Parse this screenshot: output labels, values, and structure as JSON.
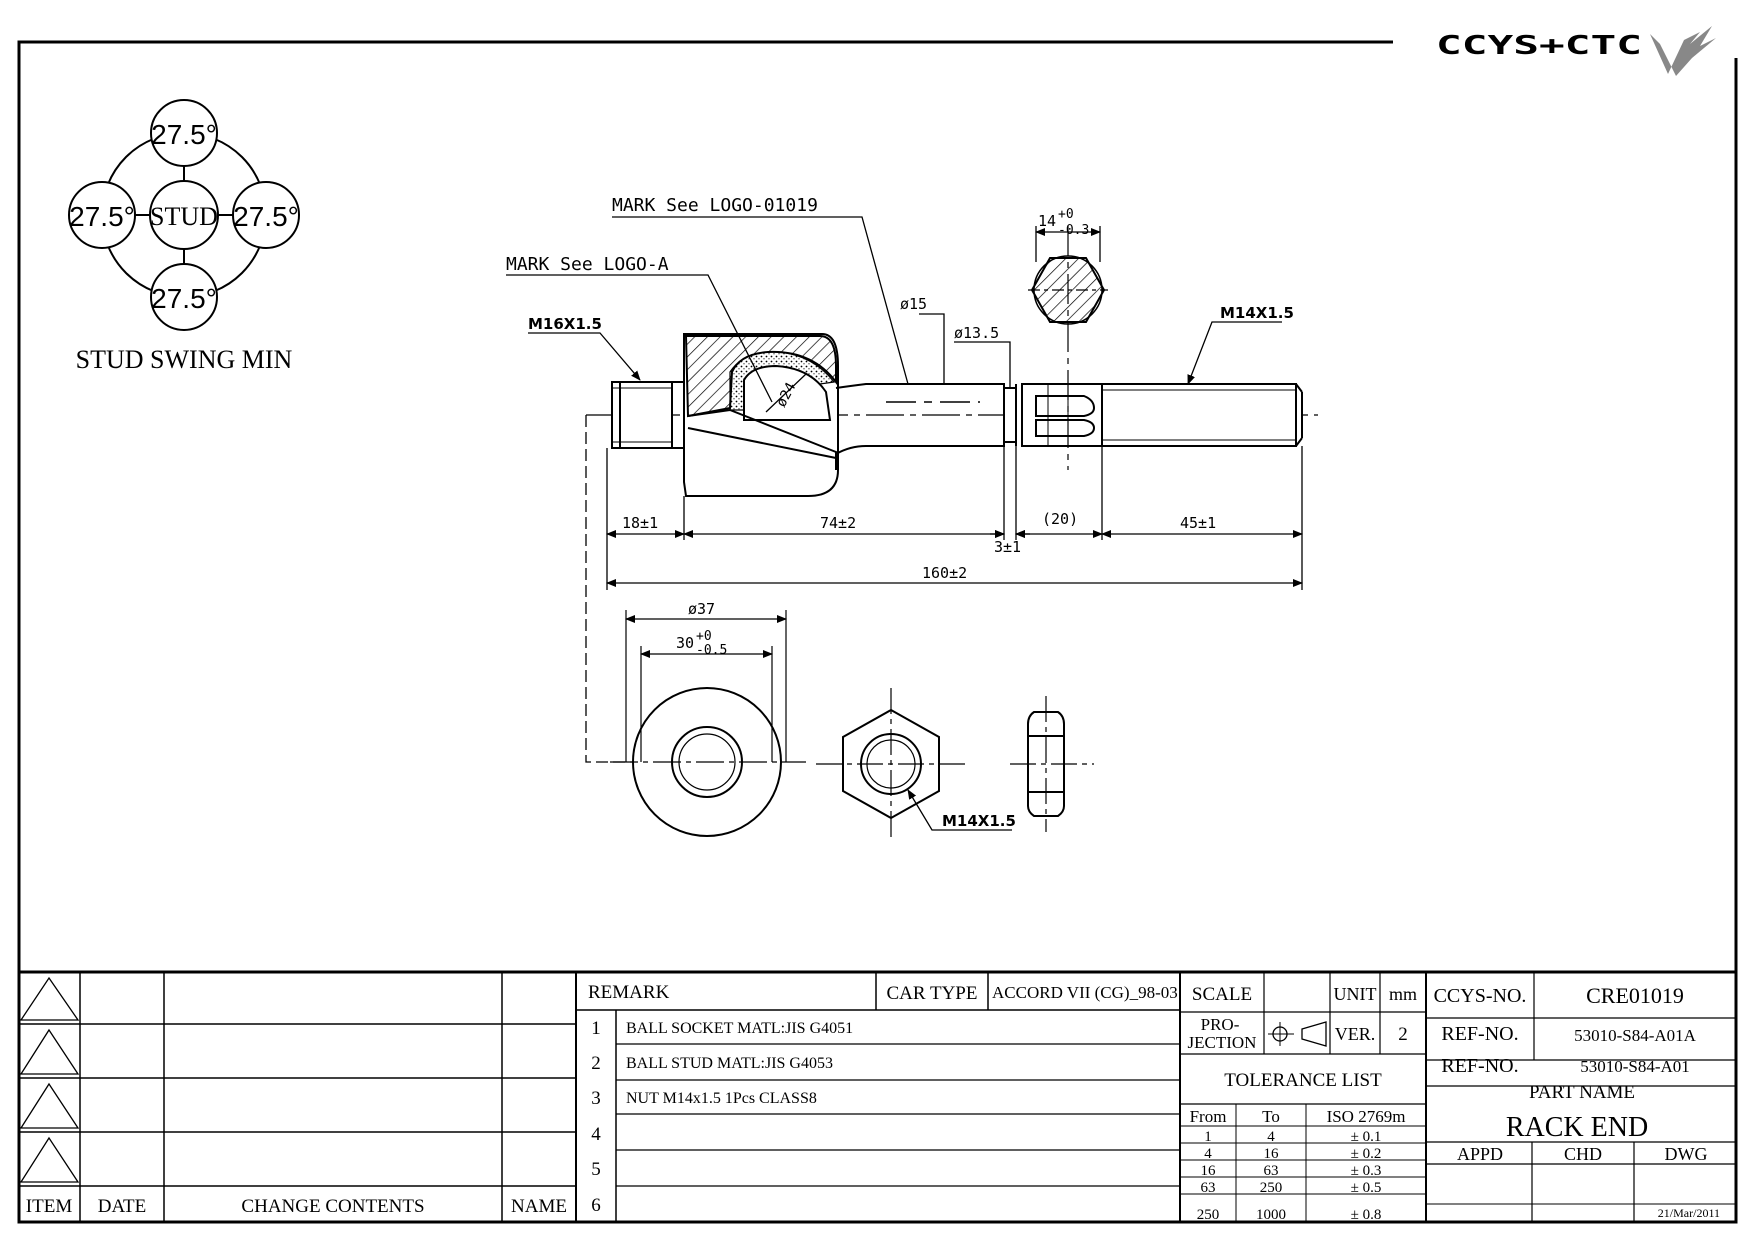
{
  "logo": {
    "text": "CCYS+CTC"
  },
  "swing": {
    "center_label": "STUD",
    "angles": [
      "27.5°",
      "27.5°",
      "27.5°",
      "27.5°"
    ],
    "caption": "STUD SWING MIN"
  },
  "callouts": {
    "mark_logo_01019": "MARK See LOGO-01019",
    "mark_logo_a": "MARK See LOGO-A",
    "m16": "M16X1.5",
    "m14_shaft": "M14X1.5",
    "m14_nut": "M14X1.5"
  },
  "dims": {
    "dia15": "ø15",
    "dia13_5": "ø13.5",
    "dia24": "ø24",
    "hex14_base": "14",
    "hex14_tol_up": "+0",
    "hex14_tol_low": "-0.3",
    "d18": "18±1",
    "d74": "74±2",
    "d3": "3±1",
    "d20": "(20)",
    "d45": "45±1",
    "d160": "160±2",
    "dia37": "ø37",
    "d30_base": "30",
    "d30_tol_up": "+0",
    "d30_tol_low": "-0.5"
  },
  "revision_block": {
    "headers": {
      "item": "ITEM",
      "date": "DATE",
      "change": "CHANGE CONTENTS",
      "name": "NAME"
    }
  },
  "remarks": {
    "header": "REMARK",
    "car_type_label": "CAR TYPE",
    "car_type_value": "ACCORD VII (CG)_98-03",
    "rows": [
      {
        "no": "1",
        "text": "BALL SOCKET MATL:JIS G4051"
      },
      {
        "no": "2",
        "text": "BALL STUD MATL:JIS G4053"
      },
      {
        "no": "3",
        "text": "NUT M14x1.5 1Pcs CLASS8"
      },
      {
        "no": "4",
        "text": ""
      },
      {
        "no": "5",
        "text": ""
      },
      {
        "no": "6",
        "text": ""
      }
    ]
  },
  "spec": {
    "scale_label": "SCALE",
    "scale_value": "",
    "unit_label": "UNIT",
    "unit_value": "mm",
    "projection_label_1": "PRO-",
    "projection_label_2": "JECTION",
    "ver_label": "VER.",
    "ver_value": "2",
    "tolerance_title": "TOLERANCE LIST",
    "tolerance_headers": {
      "from": "From",
      "to": "To",
      "iso": "ISO 2769m"
    },
    "tolerance_rows": [
      {
        "from": "1",
        "to": "4",
        "tol": "± 0.1"
      },
      {
        "from": "4",
        "to": "16",
        "tol": "± 0.2"
      },
      {
        "from": "16",
        "to": "63",
        "tol": "± 0.3"
      },
      {
        "from": "63",
        "to": "250",
        "tol": "± 0.5"
      },
      {
        "from": "250",
        "to": "1000",
        "tol": "± 0.8"
      }
    ]
  },
  "title_block": {
    "ccys_label": "CCYS-NO.",
    "ccys_value": "CRE01019",
    "ref1_label": "REF-NO.",
    "ref1_value": "53010-S84-A01A",
    "ref2_label": "REF-NO.",
    "ref2_value": "53010-S84-A01",
    "part_name_label": "PART NAME",
    "part_name_value": "RACK END",
    "appd": "APPD",
    "chd": "CHD",
    "dwg": "DWG",
    "date": "21/Mar/2011"
  }
}
